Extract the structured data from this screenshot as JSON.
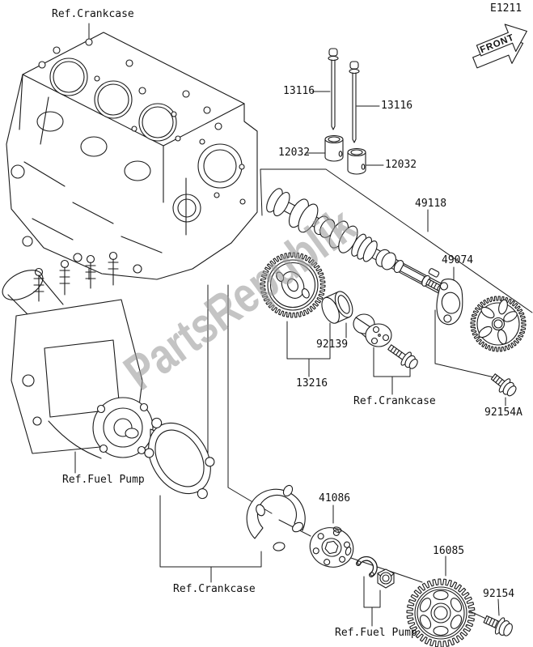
{
  "diagram": {
    "page_code": "E1211",
    "front_label": "FRONT",
    "watermark": "PartsRepublik",
    "callouts": {
      "ref_crankcase_top": "Ref.Crankcase",
      "pushrod_left": "13116",
      "pushrod_right": "13116",
      "tappet_left": "12032",
      "tappet_right": "12032",
      "camshaft": "49118",
      "cam_gasket": "49074",
      "bushing": "92139",
      "cam_gear": "13216",
      "ref_crankcase_mid": "Ref.Crankcase",
      "bolt_a": "92154A",
      "ref_fuel_pump_left": "Ref.Fuel Pump",
      "plate": "41086",
      "ref_crankcase_bottom": "Ref.Crankcase",
      "fuel_gear": "16085",
      "bolt": "92154",
      "ref_fuel_pump_bottom": "Ref.Fuel Pump"
    }
  }
}
